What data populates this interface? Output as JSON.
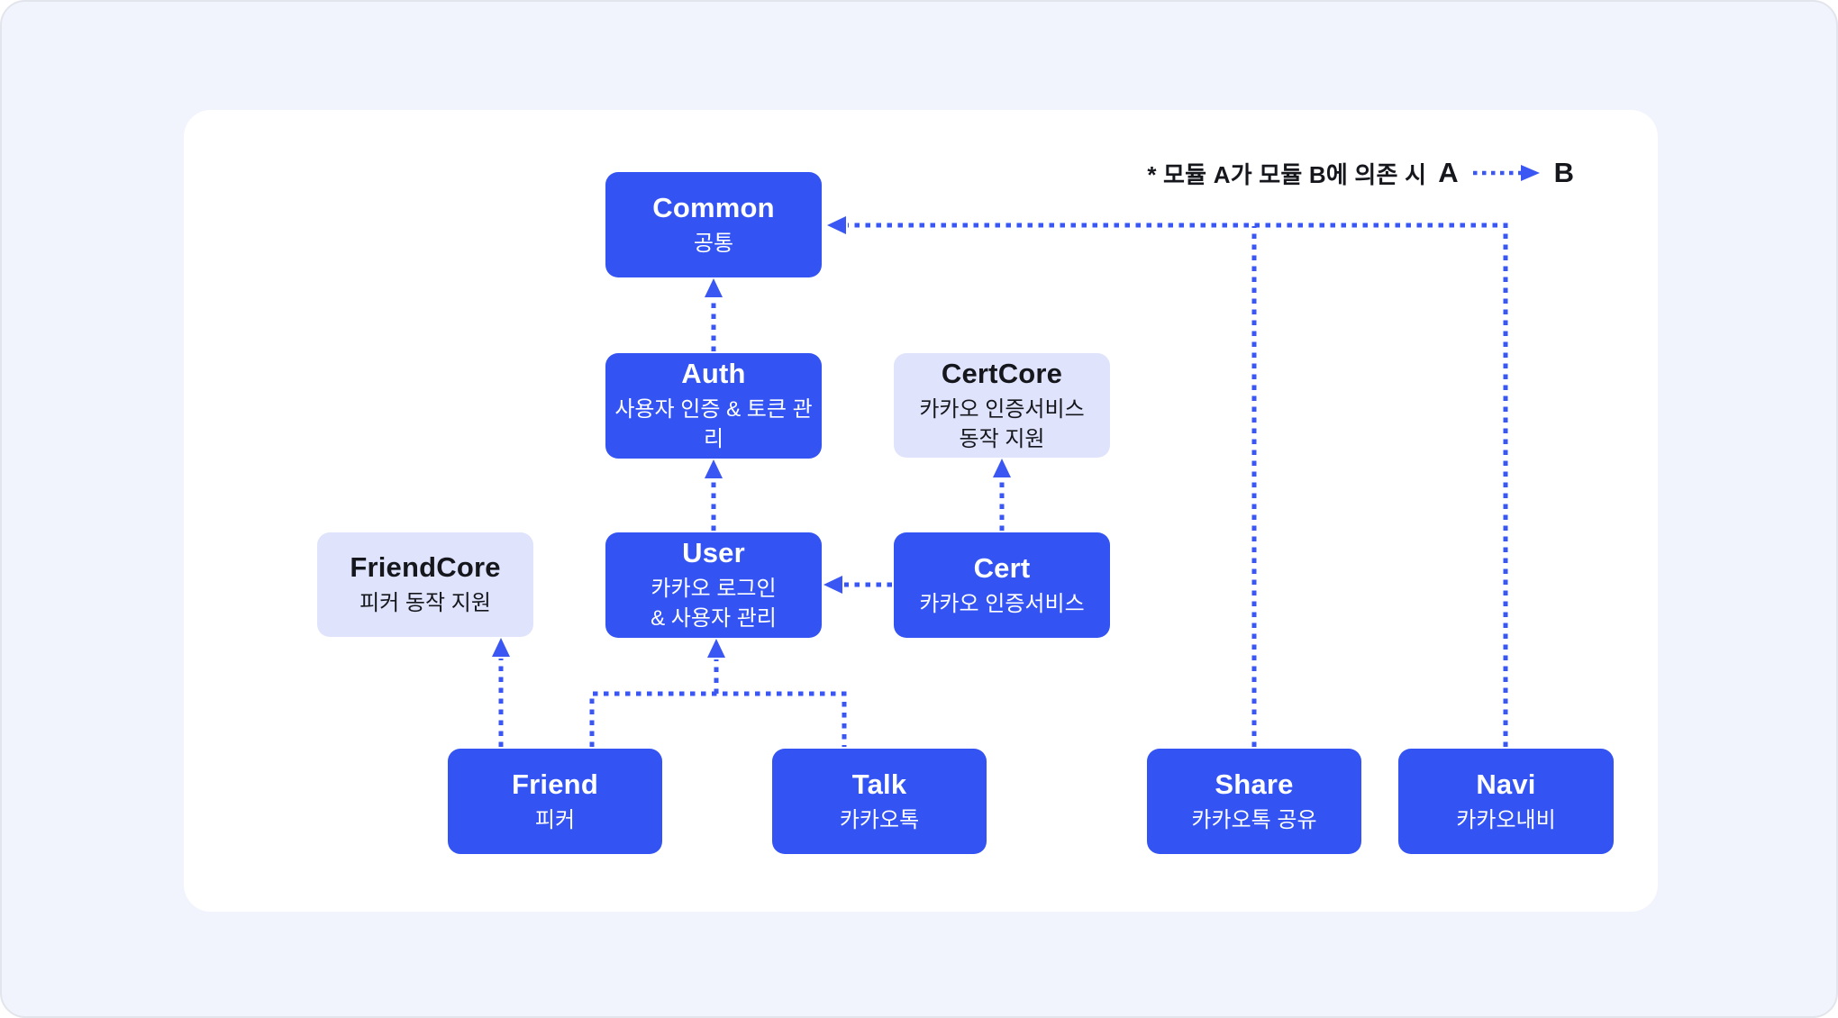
{
  "colors": {
    "primary_box": "#3354f3",
    "core_box_bg": "#dfe3fb",
    "core_box_text": "#15171d",
    "arrow": "#3a57f3",
    "page_background": "#f1f4fd",
    "card_background": "#ffffff"
  },
  "legend": {
    "note": "* 모듈 A가 모듈 B에 의존 시",
    "from_label": "A",
    "to_label": "B"
  },
  "modules": {
    "common": {
      "title": "Common",
      "subtitle": "공통"
    },
    "auth": {
      "title": "Auth",
      "subtitle": "사용자 인증 & 토큰 관리"
    },
    "certcore": {
      "title": "CertCore",
      "subtitle": "카카오 인증서비스\n동작 지원"
    },
    "friendcore": {
      "title": "FriendCore",
      "subtitle": "피커 동작 지원"
    },
    "user": {
      "title": "User",
      "subtitle": "카카오 로그인\n& 사용자 관리"
    },
    "cert": {
      "title": "Cert",
      "subtitle": "카카오 인증서비스"
    },
    "friend": {
      "title": "Friend",
      "subtitle": "피커"
    },
    "talk": {
      "title": "Talk",
      "subtitle": "카카오톡"
    },
    "share": {
      "title": "Share",
      "subtitle": "카카오톡 공유"
    },
    "navi": {
      "title": "Navi",
      "subtitle": "카카오내비"
    }
  },
  "dependencies": [
    {
      "from": "Auth",
      "to": "Common"
    },
    {
      "from": "User",
      "to": "Auth"
    },
    {
      "from": "Cert",
      "to": "User"
    },
    {
      "from": "Cert",
      "to": "CertCore"
    },
    {
      "from": "Friend",
      "to": "FriendCore"
    },
    {
      "from": "Friend",
      "to": "User"
    },
    {
      "from": "Talk",
      "to": "User"
    },
    {
      "from": "Share",
      "to": "Common"
    },
    {
      "from": "Navi",
      "to": "Common"
    }
  ]
}
